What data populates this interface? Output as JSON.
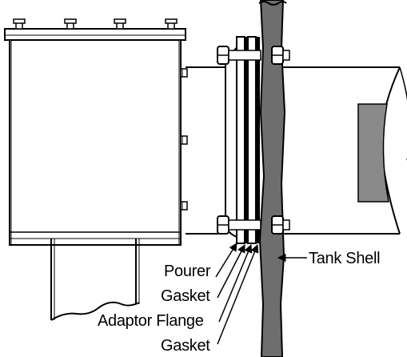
{
  "labels": {
    "pourer": "Pourer",
    "gasket_top": "Gasket",
    "adaptor_flange": "Adaptor Flange",
    "gasket_bottom": "Gasket",
    "tank_shell": "Tank Shell"
  },
  "colors": {
    "line": "#000000",
    "tank_shell_fill": "#6e6e6e",
    "pipe_window_fill": "#8a8a8a",
    "background": "#ffffff"
  },
  "icons": {
    "bolt": "hex-bolt-icon",
    "arrow": "arrowhead-icon"
  }
}
